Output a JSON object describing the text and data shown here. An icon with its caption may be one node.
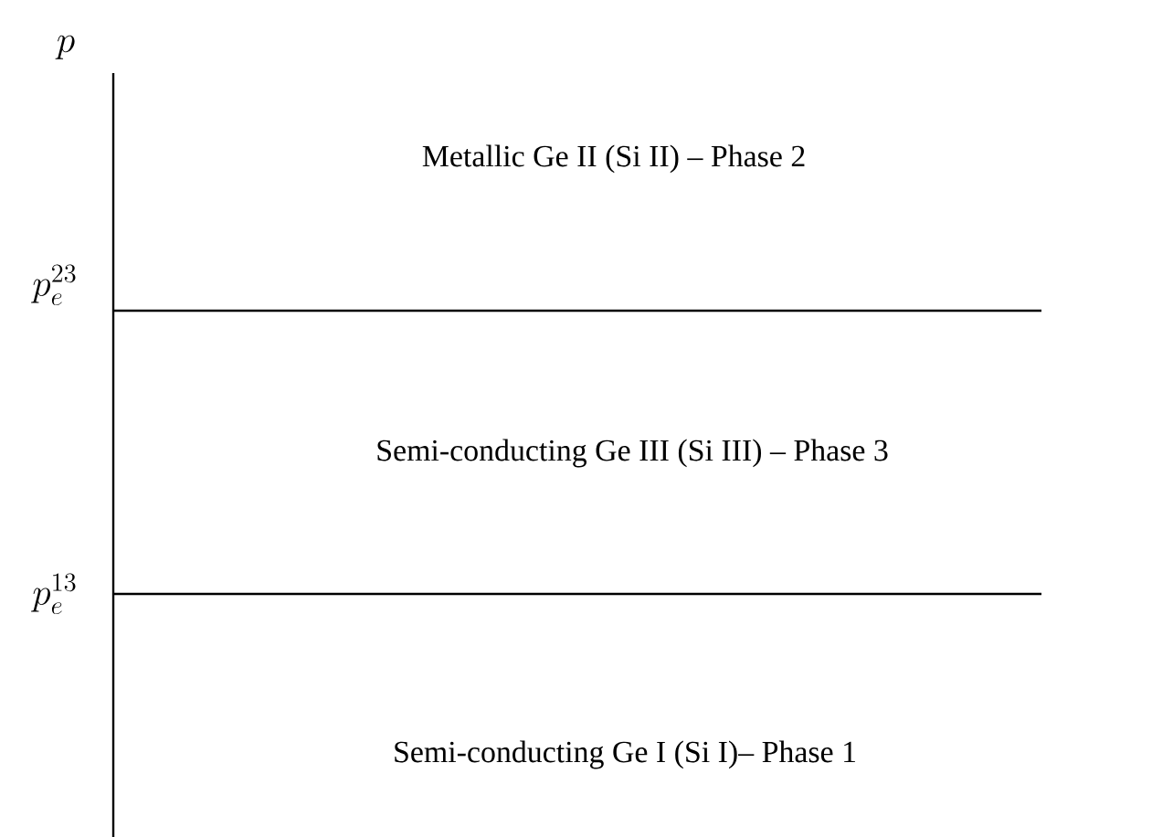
{
  "diagram": {
    "labels": [
      "p",
      "Metallic Ge II (Si II) – Phase 2",
      "p_e^{23}",
      "Semi-conducting Ge III (Si III) – Phase 3",
      "p_e^{13}",
      "Semi-conducting Ge I (Si I)– Phase 1"
    ]
  }
}
